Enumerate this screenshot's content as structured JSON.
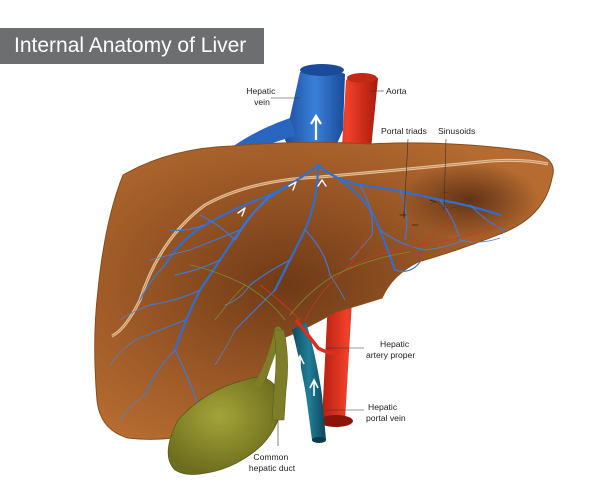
{
  "title": "Internal Anatomy of Liver",
  "colors": {
    "title_banner": "#6d6e70",
    "liver": "#a8622c",
    "hepatic_vein": "#2563b8",
    "aorta": "#e03320",
    "portal_vein": "#16657d",
    "gallbladder": "#8a8a2a",
    "bile_duct": "#7e7e28"
  },
  "labels": {
    "hepatic_vein": [
      "Hepatic",
      "vein"
    ],
    "aorta": [
      "Aorta"
    ],
    "portal_triads": [
      "Portal triads"
    ],
    "sinusoids": [
      "Sinusoids"
    ],
    "hepatic_artery": [
      "Hepatic",
      "artery proper"
    ],
    "portal_vein": [
      "Hepatic",
      "portal vein"
    ],
    "common_duct": [
      "Common",
      "hepatic duct"
    ]
  }
}
